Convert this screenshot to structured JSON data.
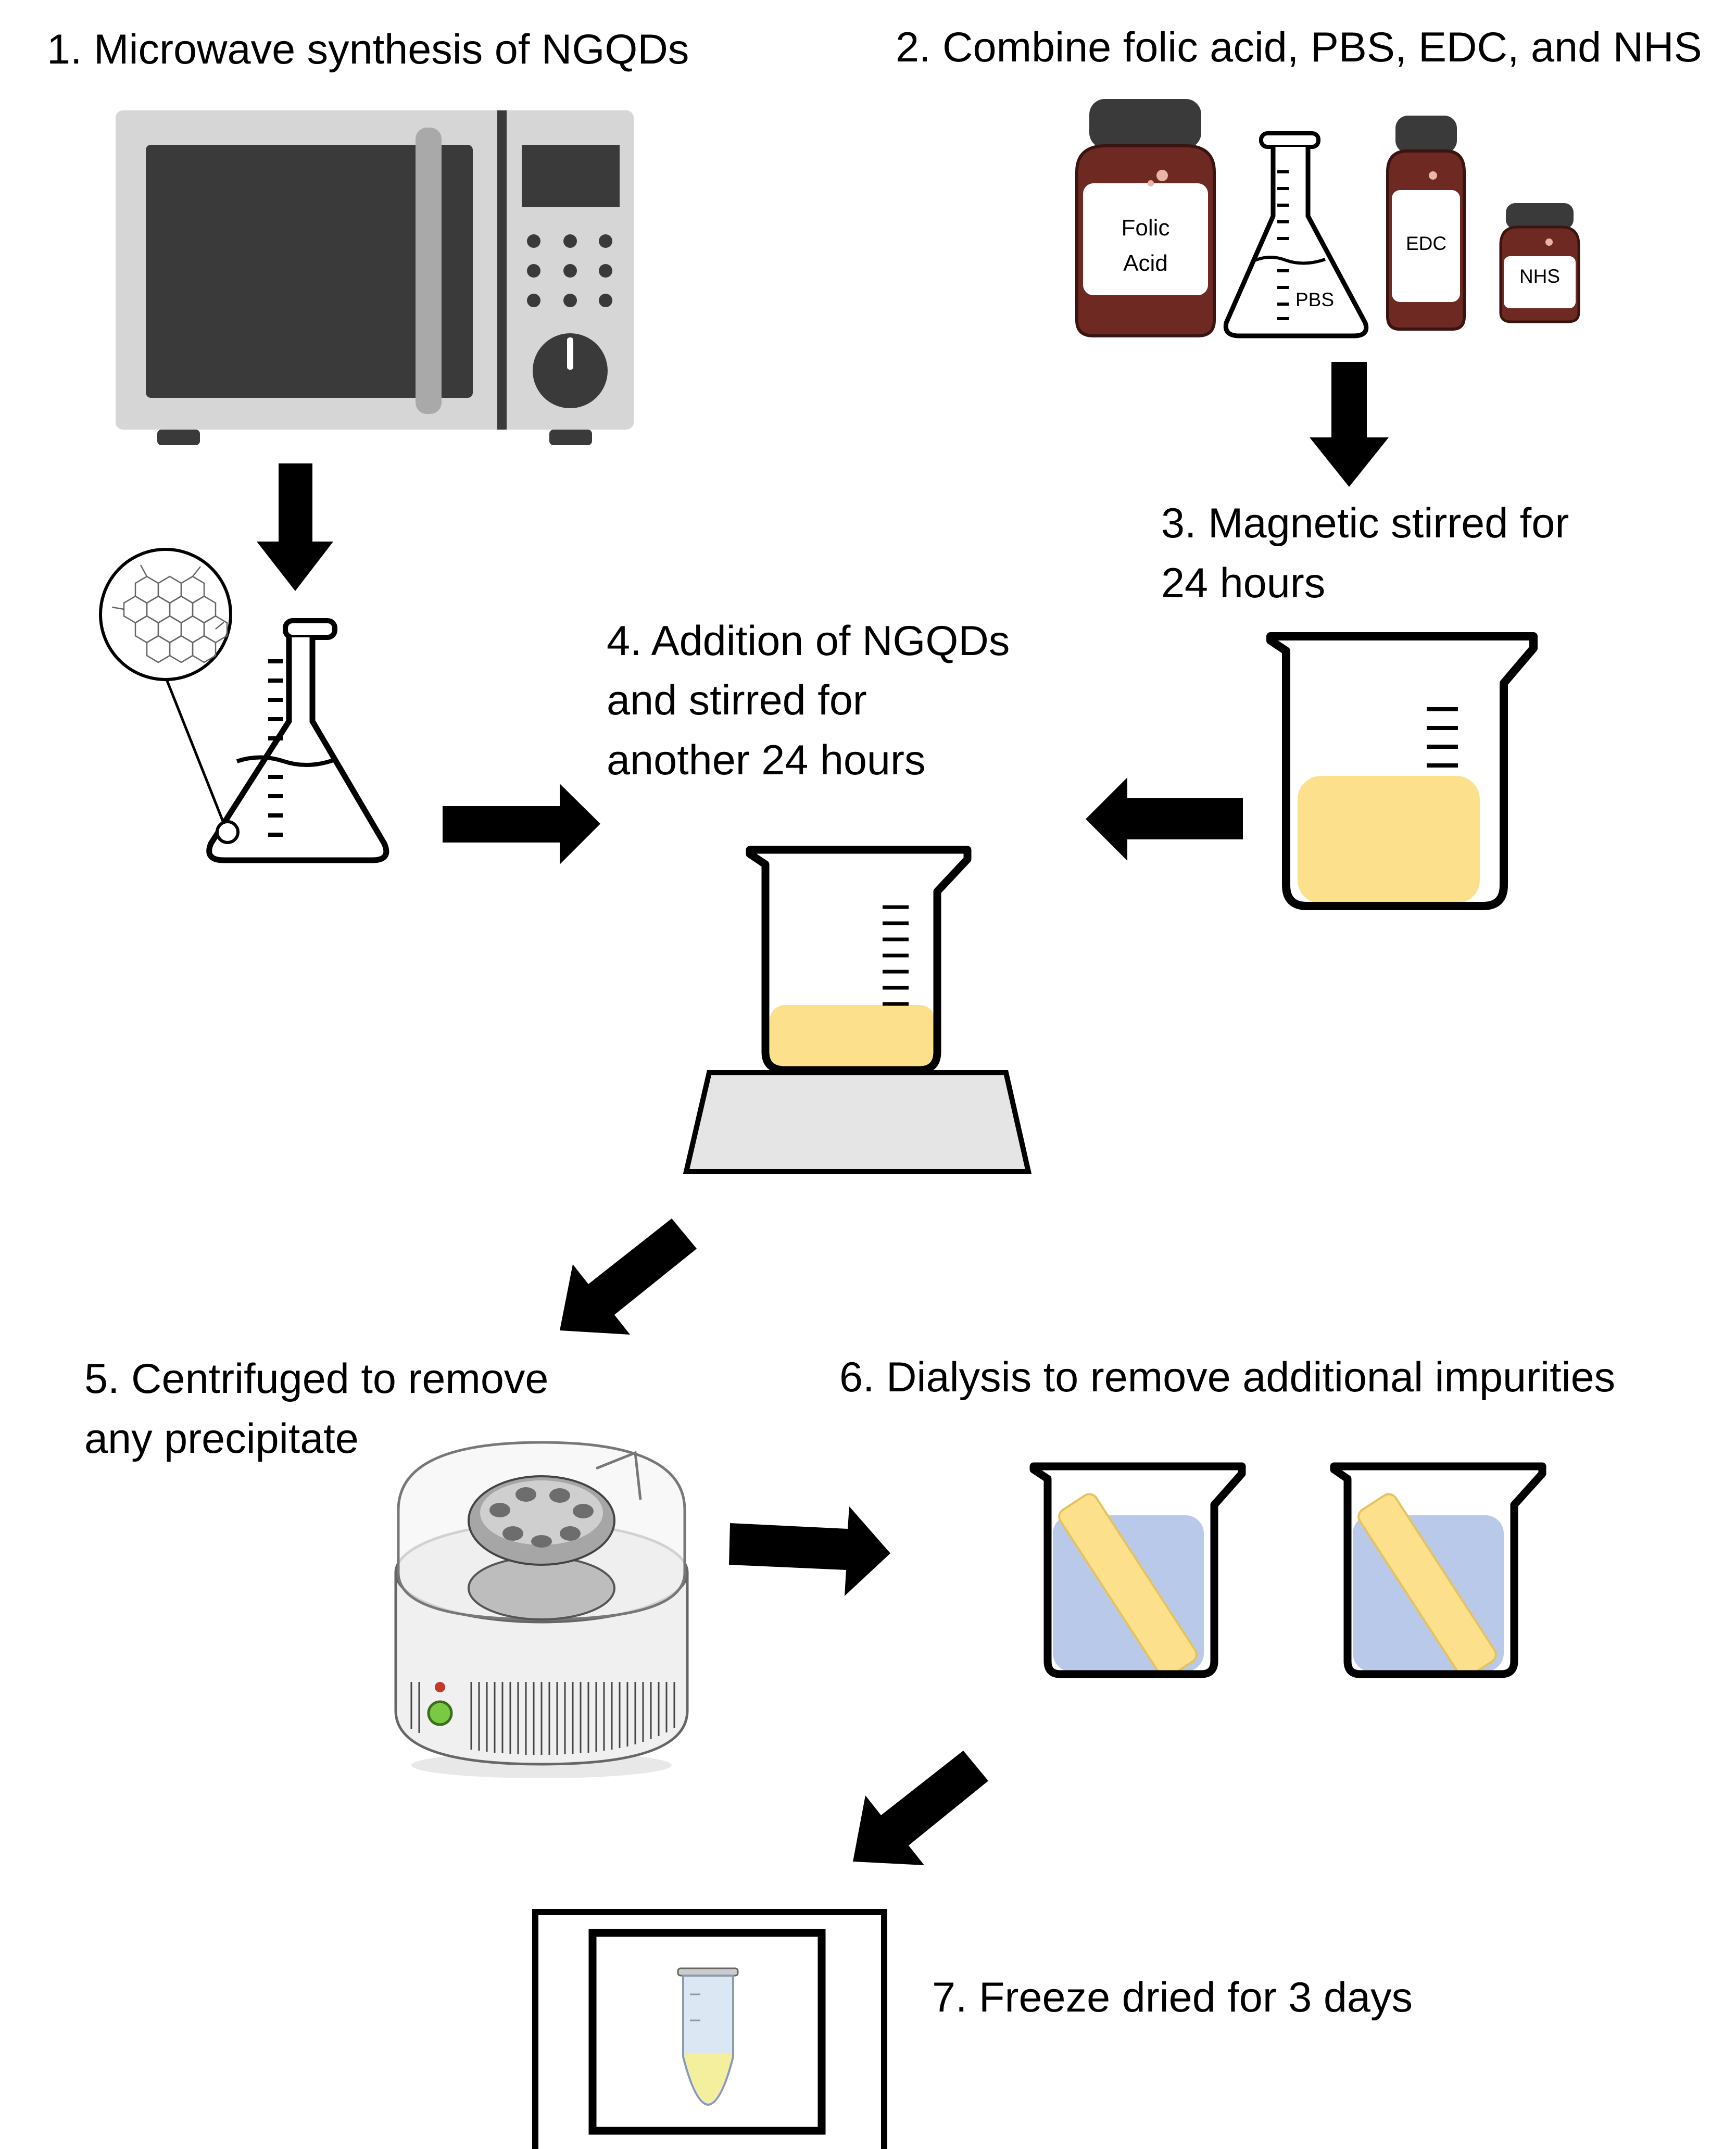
{
  "steps": {
    "s1": "1. Microwave synthesis of NGQDs",
    "s2": "2. Combine folic acid, PBS, EDC, and NHS",
    "s3_line1": "3. Magnetic stirred for",
    "s3_line2": "24 hours",
    "s4_line1": "4. Addition of NGQDs",
    "s4_line2": "and stirred for",
    "s4_line3": "another 24 hours",
    "s5_line1": "5. Centrifuged to remove",
    "s5_line2": "any precipitate",
    "s6": "6. Dialysis to remove additional impurities",
    "s7": "7. Freeze dried for 3 days"
  },
  "reagents": {
    "folic_line1": "Folic",
    "folic_line2": "Acid",
    "pbs": "PBS",
    "edc": "EDC",
    "nhs": "NHS"
  },
  "colors": {
    "solution_yellow": "#fde08c",
    "dialysis_blue": "#b9c9ea",
    "bottle_brown": "#6e2a22",
    "microwave_gray": "#d6d6d6",
    "microwave_dark": "#3a3a3a"
  }
}
